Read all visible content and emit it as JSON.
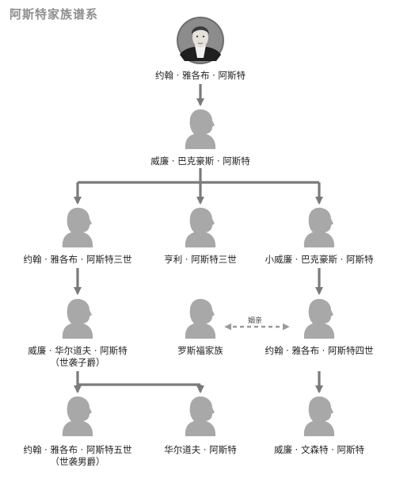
{
  "title": "阿斯特家族谱系",
  "people": [
    {
      "id": "p1",
      "name": "约翰 · 雅各布 · 阿斯特",
      "portrait": "engraved-portrait"
    },
    {
      "id": "p2",
      "name": "威廉 · 巴克豪斯 · 阿斯特",
      "portrait": "silhouette"
    },
    {
      "id": "p3",
      "name": "约翰 · 雅各布 · 阿斯特三世",
      "portrait": "silhouette"
    },
    {
      "id": "p4",
      "name": "亨利 · 阿斯特三世",
      "portrait": "silhouette"
    },
    {
      "id": "p5",
      "name": "小威廉 · 巴克豪斯 · 阿斯特",
      "portrait": "silhouette"
    },
    {
      "id": "p6",
      "name": "威廉 · 华尔道夫 · 阿斯特",
      "subtitle": "（世袭子爵）",
      "portrait": "silhouette"
    },
    {
      "id": "p7",
      "name": "罗斯福家族",
      "portrait": "silhouette"
    },
    {
      "id": "p8",
      "name": "约翰 · 雅各布 · 阿斯特四世",
      "portrait": "silhouette"
    },
    {
      "id": "p9",
      "name": "约翰 · 雅各布 · 阿斯特五世",
      "subtitle": "（世袭男爵）",
      "portrait": "silhouette"
    },
    {
      "id": "p10",
      "name": "华尔道夫 · 阿斯特",
      "portrait": "silhouette"
    },
    {
      "id": "p11",
      "name": "威廉 · 文森特 · 阿斯特",
      "portrait": "silhouette"
    }
  ],
  "relations": [
    {
      "from": "p1",
      "to": "p2",
      "type": "parent-child"
    },
    {
      "from": "p2",
      "to": "p3",
      "type": "parent-child"
    },
    {
      "from": "p2",
      "to": "p4",
      "type": "parent-child"
    },
    {
      "from": "p2",
      "to": "p5",
      "type": "parent-child"
    },
    {
      "from": "p3",
      "to": "p6",
      "type": "parent-child"
    },
    {
      "from": "p5",
      "to": "p8",
      "type": "parent-child"
    },
    {
      "from": "p6",
      "to": "p9",
      "type": "parent-child"
    },
    {
      "from": "p6",
      "to": "p10",
      "type": "parent-child"
    },
    {
      "from": "p8",
      "to": "p11",
      "type": "parent-child"
    },
    {
      "from": "p7",
      "to": "p8",
      "type": "marriage",
      "label": "姻亲"
    }
  ],
  "colors": {
    "silhouette": "#a8a8a8",
    "arrow": "#7a7a7a",
    "marriage": "#9a9a9a",
    "title": "#8f8f8f",
    "text": "#222222"
  }
}
